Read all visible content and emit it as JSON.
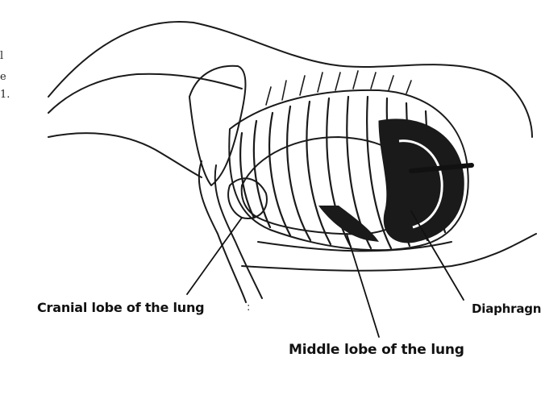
{
  "labels": {
    "cranial": "Cranial lobe of the lung",
    "middle": "Middle lobe of the lung",
    "diaphragm": "Diaphragn"
  },
  "margin_fragments": [
    "l",
    "e",
    "1."
  ],
  "separator": ":",
  "colors": {
    "ink": "#111111",
    "background": "#ffffff"
  }
}
